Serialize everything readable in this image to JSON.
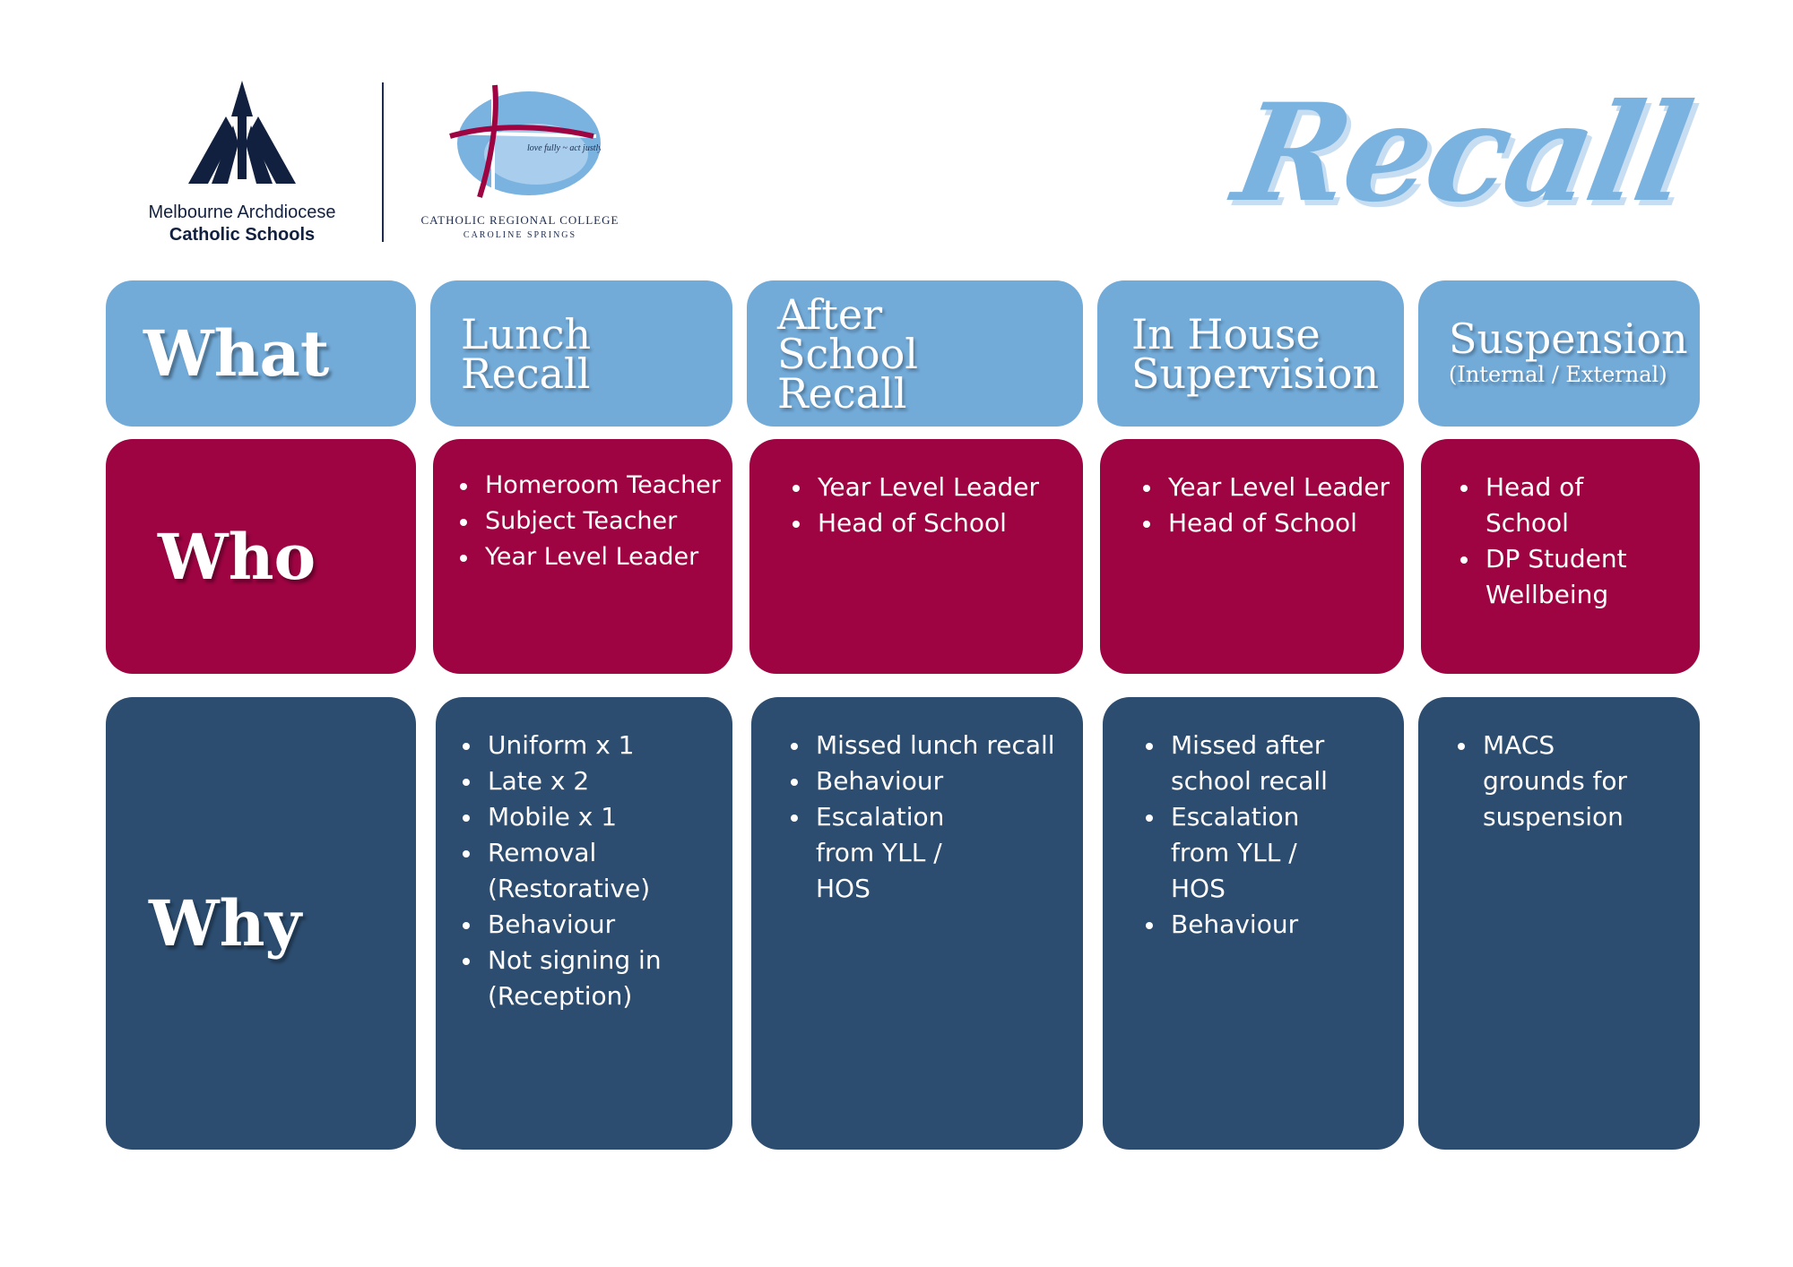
{
  "logos": {
    "macs": {
      "line1": "Melbourne Archdiocese",
      "line2": "Catholic Schools"
    },
    "crc": {
      "motto": "love fully ~ act justly",
      "line1": "CATHOLIC REGIONAL COLLEGE",
      "line2": "CAROLINE SPRINGS"
    }
  },
  "title": "Recall",
  "colors": {
    "light_blue": "#72aad8",
    "crimson": "#9e0442",
    "navy": "#2c4d70",
    "title_blue": "#7bb3e0"
  },
  "rows": {
    "what": "What",
    "who": "Who",
    "why": "Why"
  },
  "columns": [
    {
      "head": "Lunch Recall",
      "head_sub": "",
      "who": [
        "Homeroom Teacher",
        "Subject Teacher",
        "Year Level Leader"
      ],
      "why": [
        "Uniform x 1",
        "Late x 2",
        "Mobile x 1",
        "Removal (Restorative)",
        "Behaviour",
        "Not signing in (Reception)"
      ]
    },
    {
      "head": "After School Recall",
      "head_sub": "",
      "who": [
        "Year Level Leader",
        "Head of School"
      ],
      "why": [
        "Missed lunch recall",
        "Behaviour",
        "Escalation from YLL / HOS"
      ]
    },
    {
      "head": "In House Supervision",
      "head_sub": "",
      "who": [
        "Year Level Leader",
        "Head of School"
      ],
      "why": [
        "Missed after school recall",
        "Escalation from YLL / HOS",
        "Behaviour"
      ]
    },
    {
      "head": "Suspension",
      "head_sub": "(Internal / External)",
      "who": [
        "Head of School",
        "DP Student Wellbeing"
      ],
      "why": [
        "MACS grounds for suspension"
      ]
    }
  ]
}
